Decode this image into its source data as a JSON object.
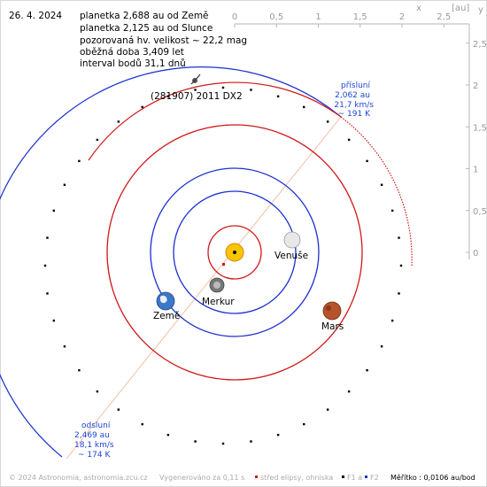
{
  "date": "26. 4. 2024",
  "info_lines": [
    "planetka 2,688 au od Země",
    "planetka 2,125 au od Slunce",
    "pozorovaná hv. velikost ~ 22,2 mag",
    "oběžná doba 3,409 let",
    "interval bodů 31,1 dnů"
  ],
  "asteroid_name": "(281907) 2011 DX2",
  "axis": {
    "unit_label": "[au]",
    "x_symbol": "x",
    "y_symbol": "y",
    "x_ticks": [
      "0",
      "0,5",
      "1",
      "1,5",
      "2",
      "2,5"
    ],
    "y_ticks": [
      "2,5",
      "2",
      "1,5",
      "1",
      "0,5",
      "0"
    ]
  },
  "perihelion": {
    "title": "přísluní",
    "distance": "2,062 au",
    "speed": "21,7 km/s",
    "temperature": "~ 191 K"
  },
  "aphelion": {
    "title": "odsluní",
    "distance": "2,469 au",
    "speed": "18,1 km/s",
    "temperature": "~ 174 K"
  },
  "planets": {
    "venus": "Venuše",
    "earth": "Země",
    "mercury": "Merkur",
    "mars": "Mars"
  },
  "footer": {
    "copyright": "© 2024 Astronomia, astronomia.zcu.cz",
    "generated": "Vygenerováno za 0,11 s",
    "legend_center": "střed elipsy, ohniska",
    "legend_f1": "F1 a",
    "legend_f2": "F2",
    "scale": "Měřítko : 0,0106 au/bod"
  },
  "colors": {
    "orbit_blue": "#1a2fd0",
    "orbit_red": "#d01818",
    "label_blue": "#1a44d8",
    "axis_gray": "#9a9a9a",
    "apsis_line": "#f0b090"
  },
  "chart_data": {
    "type": "diagram",
    "description_values": {
      "asteroid_distance_from_earth_au": 2.688,
      "asteroid_distance_from_sun_au": 2.125,
      "apparent_magnitude": 22.2,
      "orbital_period_years": 3.409,
      "point_interval_days": 31.1,
      "perihelion_au": 2.062,
      "aphelion_au": 2.469,
      "scale_au_per_px": 0.0106
    }
  }
}
